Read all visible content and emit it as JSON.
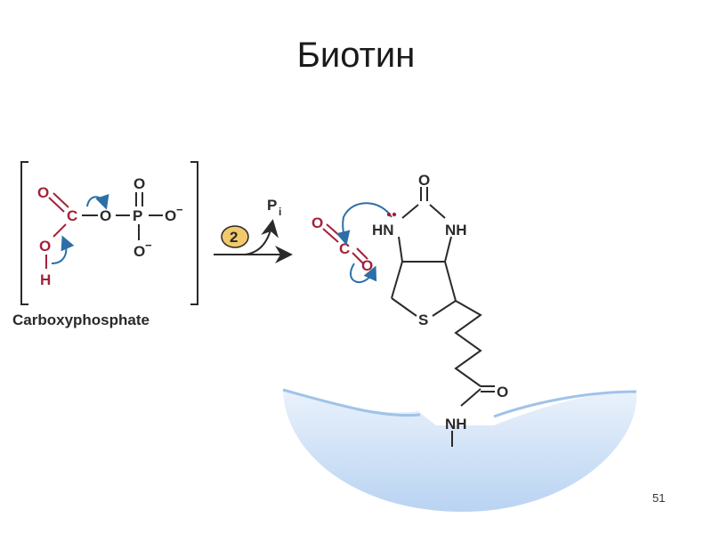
{
  "slide": {
    "title": "Биотин",
    "page_number": "51"
  },
  "left_molecule": {
    "caption": "Carboxyphosphate",
    "atoms": {
      "o_carbonyl": "O",
      "c_carboxyl": "C",
      "o_bridge": "O",
      "p": "P",
      "o_top": "O",
      "o_right": "O",
      "o_bottom": "O",
      "o_hydroxyl": "O",
      "h": "H",
      "minus_right": "−",
      "minus_bottom": "−"
    }
  },
  "reaction": {
    "step_number": "2",
    "byproduct": "P",
    "byproduct_subscript": "i"
  },
  "co2": {
    "o_left": "O",
    "c": "C",
    "o_right": "O"
  },
  "biotin": {
    "o_top": "O",
    "hn_left": "HN",
    "nh_right": "NH",
    "s": "S",
    "o_amide": "O",
    "nh_amide": "NH"
  },
  "colors": {
    "red_atoms": "#a3213a",
    "blue_arrows": "#2c6fa8",
    "bond": "#2a2a2a",
    "enzyme_fill": "#c8dcf5",
    "enzyme_edge": "#9fc3ea",
    "step_badge": "#f2c96b"
  }
}
